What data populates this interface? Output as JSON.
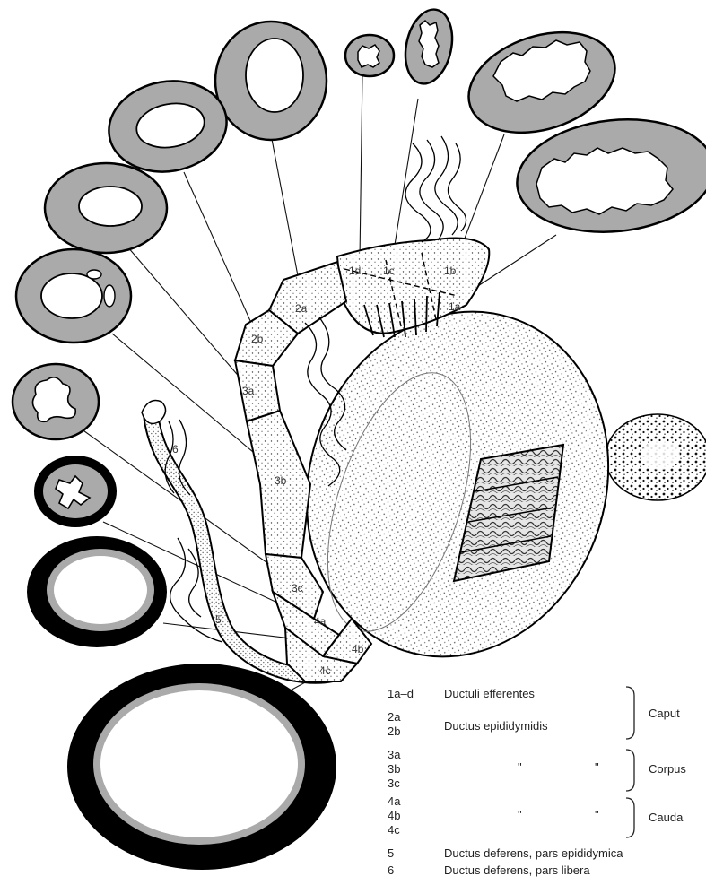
{
  "figure": {
    "segment_labels": {
      "s1a": "1a",
      "s1b": "1b",
      "s1c": "1c",
      "s1d": "1d",
      "s2a": "2a",
      "s2b": "2b",
      "s3a": "3a",
      "s3b": "3b",
      "s3c": "3c",
      "s4a": "4a",
      "s4b": "4b",
      "s4c": "4c",
      "s5": "5",
      "s6": "6"
    },
    "legend": {
      "row1": {
        "code": "1a–d",
        "name": "Ductuli efferentes",
        "region": "Caput"
      },
      "row2": {
        "code_a": "2a",
        "code_b": "2b",
        "name": "Ductus epididymidis"
      },
      "row3": {
        "code_a": "3a",
        "code_b": "3b",
        "code_c": "3c",
        "ditto_1": "\"",
        "ditto_2": "\"",
        "region": "Corpus"
      },
      "row4": {
        "code_a": "4a",
        "code_b": "4b",
        "code_c": "4c",
        "ditto_1": "\"",
        "ditto_2": "\"",
        "region": "Cauda"
      },
      "row5": {
        "code": "5",
        "name": "Ductus deferens, pars epididymica"
      },
      "row6": {
        "code": "6",
        "name": "Ductus deferens, pars libera"
      }
    }
  }
}
